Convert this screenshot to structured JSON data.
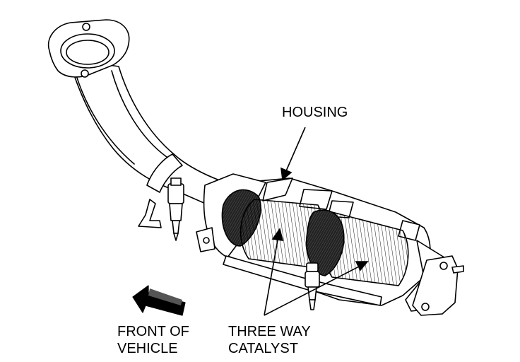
{
  "labels": {
    "housing": "HOUSING",
    "front_line1": "FRONT OF",
    "front_line2": "VEHICLE",
    "catalyst_line1": "THREE WAY",
    "catalyst_line2": "CATALYST"
  },
  "icons": {
    "direction_arrow": "left-arrow-icon"
  },
  "colors": {
    "ink": "#000000",
    "paper": "#ffffff",
    "hatch": "#5a5a5a"
  }
}
